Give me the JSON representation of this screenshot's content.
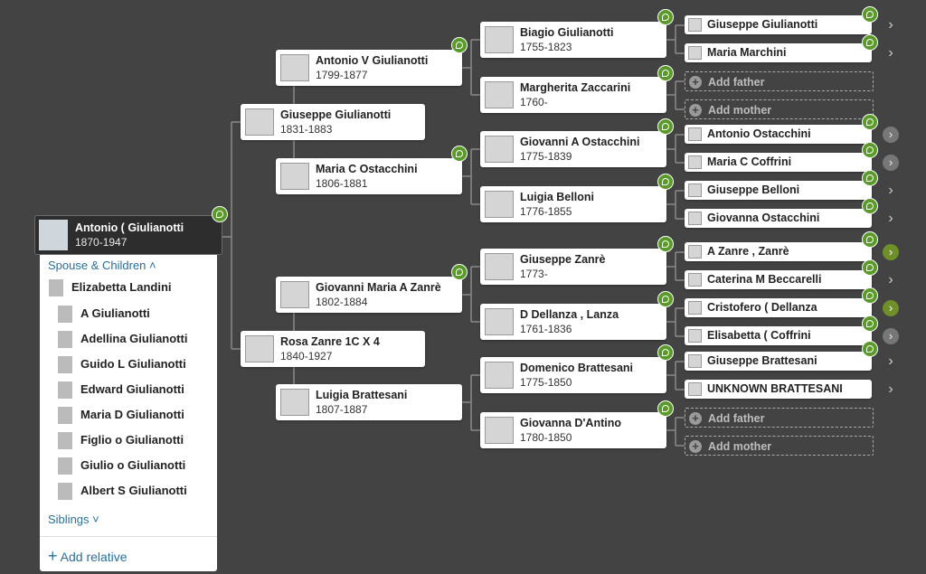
{
  "colors": {
    "background": "#434343",
    "hint_green": "#5a9a2a",
    "link_blue": "#2a6f97",
    "line": "#8a8a8a"
  },
  "root": {
    "name": "Antonio ( Giulianotti",
    "dates": "1870-1947"
  },
  "panel": {
    "spouse_children_label": "Spouse & Children",
    "spouse": "Elizabetta Landini",
    "children": [
      "A Giulianotti",
      "Adellina Giulianotti",
      "Guido L Giulianotti",
      "Edward Giulianotti",
      "Maria D Giulianotti",
      "Figlio o Giulianotti",
      "Giulio o Giulianotti",
      "Albert S Giulianotti"
    ],
    "siblings_label": "Siblings",
    "add_relative_label": "Add relative"
  },
  "gen1": [
    {
      "name": "Giuseppe Giulianotti",
      "dates": "1831-1883"
    },
    {
      "name": "Rosa Zanre 1C X 4",
      "dates": "1840-1927"
    }
  ],
  "gen2": [
    {
      "name": "Antonio V Giulianotti",
      "dates": "1799-1877"
    },
    {
      "name": "Maria C Ostacchini",
      "dates": "1806-1881"
    },
    {
      "name": "Giovanni Maria A Zanrè",
      "dates": "1802-1884"
    },
    {
      "name": "Luigia Brattesani",
      "dates": "1807-1887"
    }
  ],
  "gen3": [
    {
      "name": "Biagio Giulianotti",
      "dates": "1755-1823"
    },
    {
      "name": "Margherita Zaccarini",
      "dates": "1760-"
    },
    {
      "name": "Giovanni A Ostacchini",
      "dates": "1775-1839"
    },
    {
      "name": "Luigia Belloni",
      "dates": "1776-1855"
    },
    {
      "name": "Giuseppe Zanrè",
      "dates": "1773-"
    },
    {
      "name": "D Dellanza , Lanza",
      "dates": "1761-1836"
    },
    {
      "name": "Domenico Brattesani",
      "dates": "1775-1850"
    },
    {
      "name": "Giovanna D'Antino",
      "dates": "1780-1850"
    }
  ],
  "gen4": [
    {
      "name": "Giuseppe Giulianotti"
    },
    {
      "name": "Maria Marchini"
    },
    {
      "add": "Add father"
    },
    {
      "add": "Add mother"
    },
    {
      "name": "Antonio Ostacchini"
    },
    {
      "name": "Maria C Coffrini"
    },
    {
      "name": "Giuseppe Belloni"
    },
    {
      "name": "Giovanna Ostacchini"
    },
    {
      "name": "A Zanre , Zanrè"
    },
    {
      "name": "Caterina M Beccarelli"
    },
    {
      "name": "Cristofero ( Dellanza"
    },
    {
      "name": "Elisabetta ( Coffrini"
    },
    {
      "name": "Giuseppe Brattesani"
    },
    {
      "name": "UNKNOWN BRATTESANI"
    },
    {
      "add": "Add father"
    },
    {
      "add": "Add mother"
    }
  ],
  "icons": {
    "hint": "leaf-hint-icon",
    "expand": "chevron-right-icon",
    "add": "plus-circle-icon"
  }
}
